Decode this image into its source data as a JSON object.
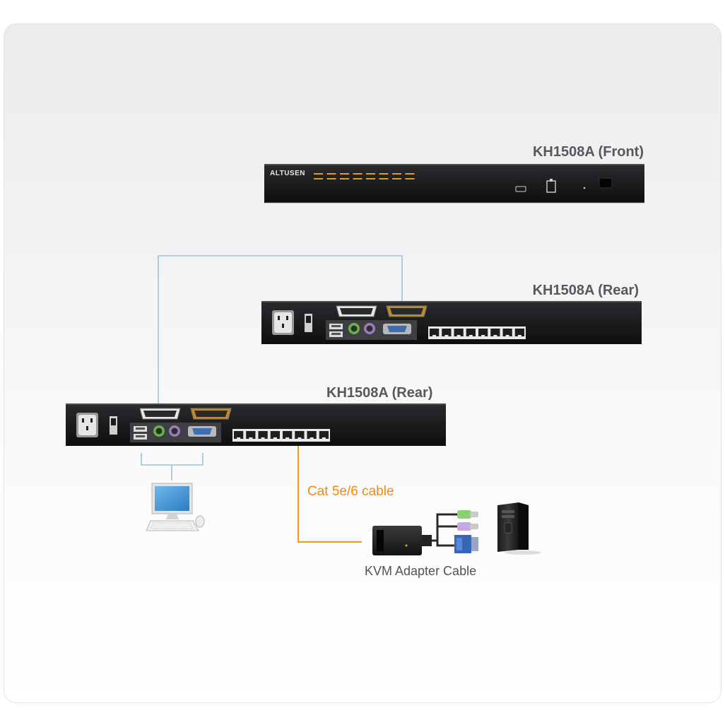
{
  "labels": {
    "front_unit": "KH1508A (Front)",
    "rear_unit_top": "KH1508A (Rear)",
    "rear_unit_bottom": "KH1508A (Rear)",
    "cable": "Cat 5e/6 cable",
    "adapter": "KVM Adapter Cable"
  },
  "front_panel": {
    "brand": "ALTUSEN",
    "port_led_count": 8
  },
  "rear_panel": {
    "rj45_port_count": 8
  },
  "colors": {
    "device_body": "#1b1c1e",
    "cable_link": "#9ec3d4",
    "cat_cable": "#f39a1e",
    "cable_text": "#f08a12",
    "label_text": "#55595e",
    "front_led": "#d99a3c",
    "ps2_keyboard": "#66b34a",
    "ps2_mouse": "#9b7bb8",
    "vga": "#3d6fb0"
  }
}
